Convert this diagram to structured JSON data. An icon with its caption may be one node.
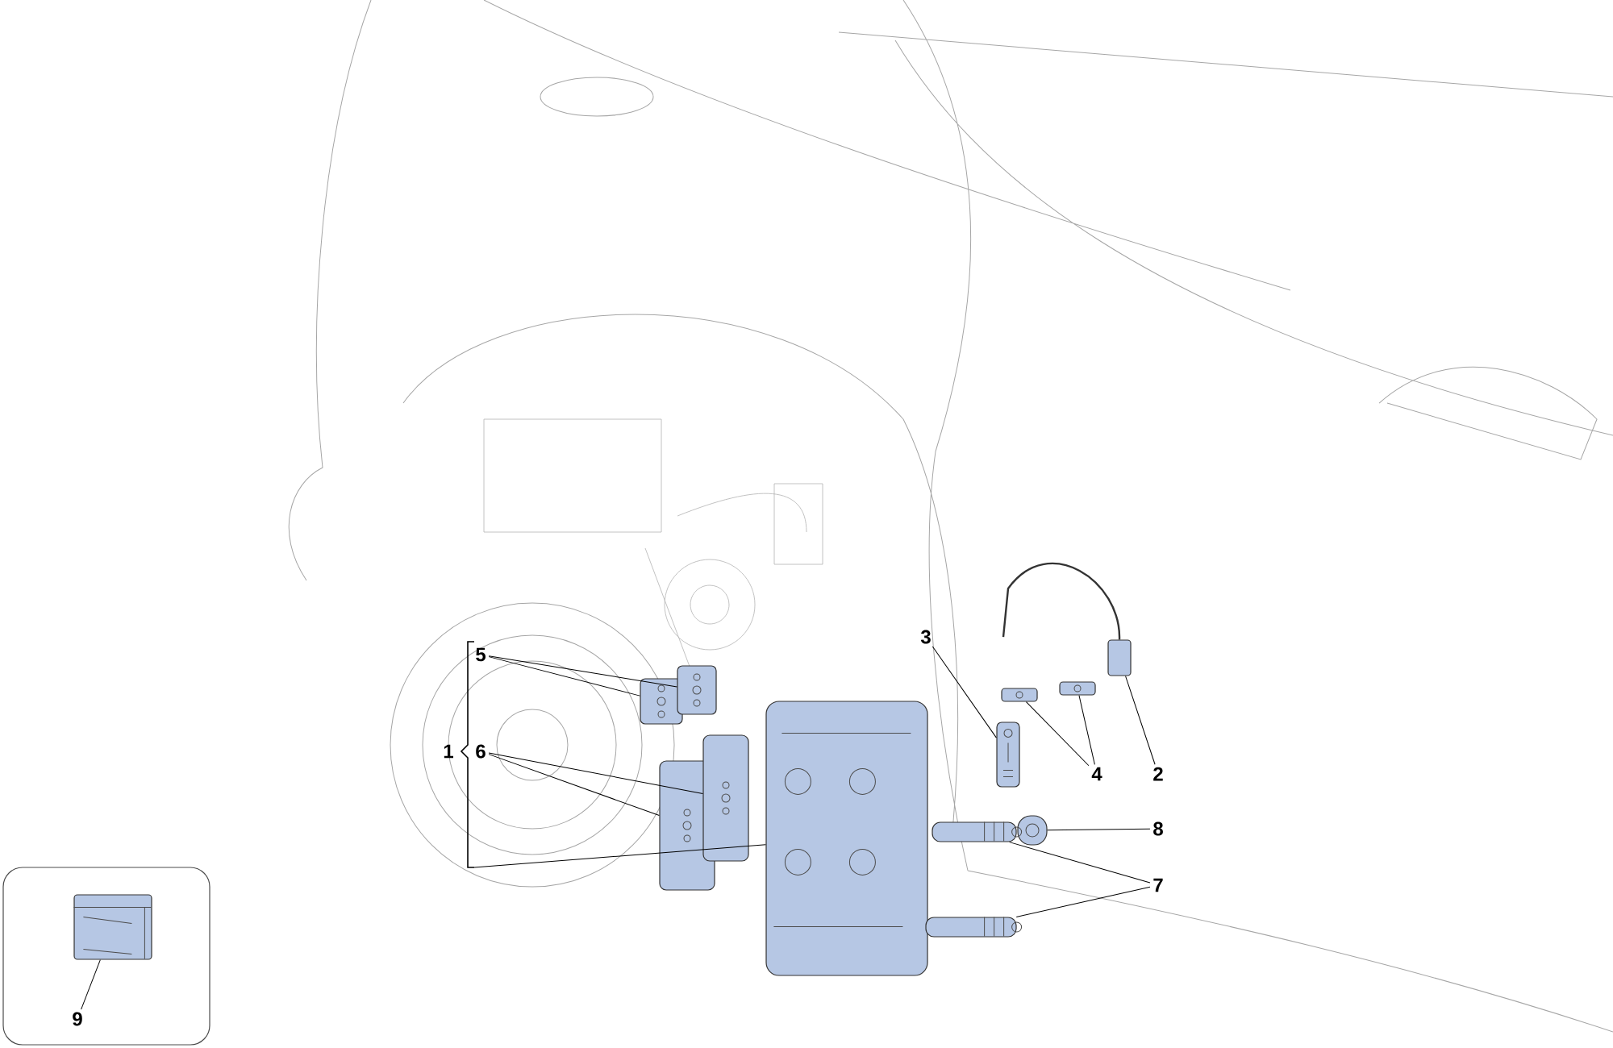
{
  "diagram": {
    "nodes": [
      {
        "text": [
          "1"
        ]
      },
      {
        "text": [
          "5"
        ]
      },
      {
        "text": [
          "6"
        ]
      },
      {
        "text": [
          "3"
        ]
      },
      {
        "text": [
          "4"
        ]
      },
      {
        "text": [
          "2"
        ]
      },
      {
        "text": [
          "8"
        ]
      },
      {
        "text": [
          "7"
        ]
      },
      {
        "text": [
          "9"
        ]
      },
      {
        "text": [],
        "shape": "picture"
      },
      {
        "text": [],
        "shape": "picture"
      },
      {
        "text": [],
        "shape": "picture"
      },
      {
        "text": [],
        "shape": "picture"
      },
      {
        "text": [],
        "shape": "picture"
      },
      {
        "text": [],
        "shape": "picture"
      },
      {
        "text": [],
        "shape": "picture"
      },
      {
        "text": [],
        "shape": "picture"
      },
      {
        "text": [],
        "shape": "picture"
      },
      {
        "text": [],
        "shape": "picture"
      },
      {
        "text": [],
        "shape": "picture"
      },
      {
        "text": [],
        "shape": "picture"
      },
      {
        "text": [],
        "shape": "picture"
      }
    ],
    "edges": [
      {
        "from": 0,
        "to": 9,
        "arrow": "none"
      },
      {
        "from": 1,
        "to": 10,
        "arrow": "none"
      },
      {
        "from": 1,
        "to": 11,
        "arrow": "none"
      },
      {
        "from": 2,
        "to": 12,
        "arrow": "none"
      },
      {
        "from": 2,
        "to": 13,
        "arrow": "none"
      },
      {
        "from": 3,
        "to": 14,
        "arrow": "none"
      },
      {
        "from": 4,
        "to": 15,
        "arrow": "none"
      },
      {
        "from": 4,
        "to": 16,
        "arrow": "none"
      },
      {
        "from": 5,
        "to": 17,
        "arrow": "none"
      },
      {
        "from": 6,
        "to": 18,
        "arrow": "none"
      },
      {
        "from": 7,
        "to": 19,
        "arrow": "none"
      },
      {
        "from": 7,
        "to": 20,
        "arrow": "none"
      },
      {
        "from": 8,
        "to": 21,
        "arrow": "none"
      }
    ]
  }
}
